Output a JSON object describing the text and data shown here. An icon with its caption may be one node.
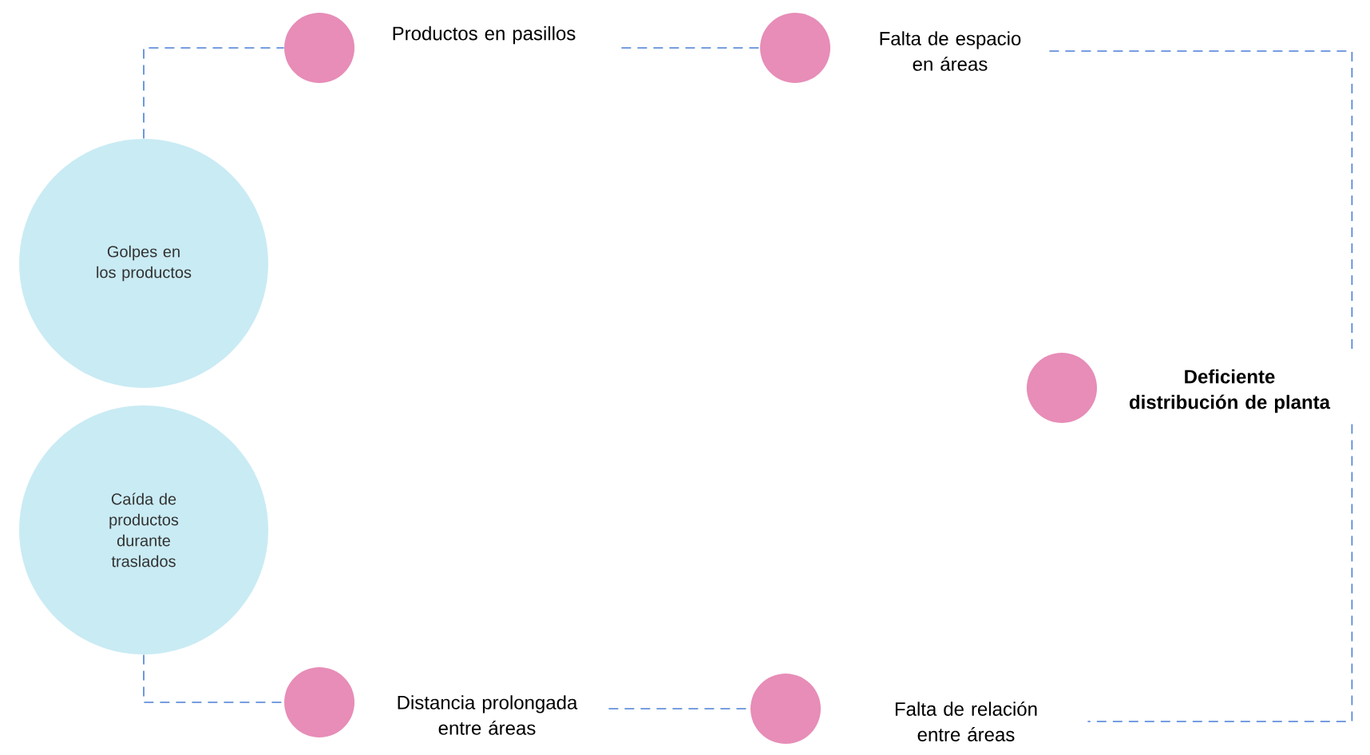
{
  "diagram": {
    "nodes": [
      {
        "text": [
          "Golpes en los productos"
        ]
      },
      {
        "text": [
          "Caída de productos durante traslados"
        ]
      },
      {
        "text": [],
        "shape": "circle",
        "beside": [
          "Productos en pasillos"
        ]
      },
      {
        "text": [],
        "shape": "circle",
        "beside": [
          "Falta de espacio en áreas"
        ]
      },
      {
        "text": [],
        "shape": "circle",
        "beside": [
          "Deficiente distribución de planta"
        ]
      },
      {
        "text": [],
        "shape": "circle",
        "beside": [
          "Distancia prolongada entre áreas"
        ]
      },
      {
        "text": [],
        "shape": "circle",
        "beside": [
          "Falta de relación entre áreas"
        ]
      }
    ],
    "edges": [
      {
        "from": 0,
        "to": 2,
        "arrow": "none",
        "style": "dashed"
      },
      {
        "from": 2,
        "to": 3,
        "arrow": "none",
        "style": "dashed"
      },
      {
        "from": 3,
        "to": 4,
        "arrow": "none",
        "style": "dashed"
      },
      {
        "from": 4,
        "to": 6,
        "arrow": "none",
        "style": "dashed"
      },
      {
        "from": 1,
        "to": 5,
        "arrow": "none",
        "style": "dashed"
      },
      {
        "from": 5,
        "to": 6,
        "arrow": "none",
        "style": "dashed"
      }
    ]
  }
}
